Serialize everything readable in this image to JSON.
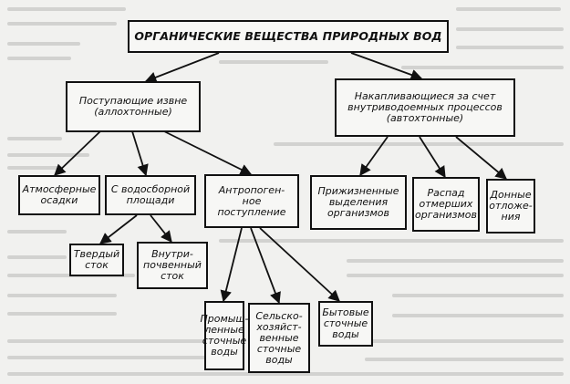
{
  "diagram": {
    "title": "ОРГАНИЧЕСКИЕ ВЕЩЕСТВА ПРИРОДНЫХ ВОД",
    "allochthonous": "Поступающие извне\n(аллохтонные)",
    "autochthonous": "Накапливающиеся за счет\nвнутриводоемных процессов\n(автохтонные)",
    "atmospheric": "Атмосферные\nосадки",
    "catchment": "С водосборной\nплощади",
    "anthropogenic": "Антропоген-\nное\nпоступление",
    "lifetime": "Прижизненные\nвыделения\nорганизмов",
    "decay": "Распад\nотмерших\nорганизмов",
    "bottom": "Донные\nотложе-\nния",
    "solid_runoff": "Твердый\nсток",
    "intrasoil_runoff": "Внутри-\nпочвенный\nсток",
    "industrial": "Промыш-\nленные\nсточные\nводы",
    "agricultural": "Сельско-\nхозяйст-\nвенные\nсточные\nводы",
    "domestic": "Бытовые\nсточные\nводы"
  }
}
